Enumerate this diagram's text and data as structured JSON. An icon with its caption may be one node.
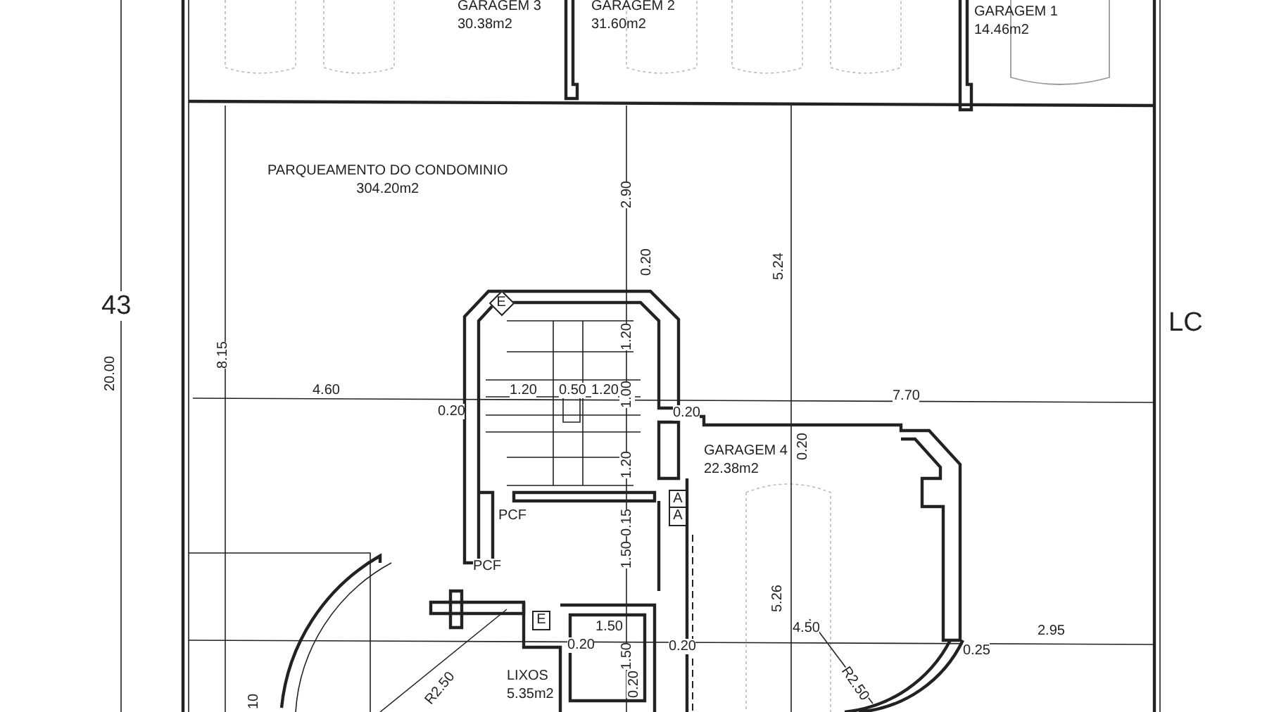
{
  "diagram": {
    "nodes": [
      {
        "text": [
          "GARAGEM 3",
          "30.38m2"
        ]
      },
      {
        "text": [
          "GARAGEM 2",
          "31.60m2"
        ]
      },
      {
        "text": [
          "GARAGEM 1",
          "14.46m2"
        ]
      },
      {
        "text": [
          "PARQUEAMENTO DO CONDOMINIO",
          "304.20m2"
        ]
      },
      {
        "text": [
          "E"
        ]
      },
      {
        "text": [
          "GARAGEM 4",
          "22.38m2"
        ]
      },
      {
        "text": [
          "A"
        ]
      },
      {
        "text": [
          "A"
        ]
      },
      {
        "text": [
          "PCF"
        ]
      },
      {
        "text": [
          "PCF"
        ]
      },
      {
        "text": [
          "E"
        ]
      },
      {
        "text": [
          "LIXOS",
          "5.35m2"
        ]
      }
    ],
    "labels": [
      "2.90",
      "0.20",
      "5.24",
      "43",
      "LC",
      "1.20",
      "8.15",
      "20.00",
      "4.60",
      "1.20",
      "0.50",
      "1.20",
      "1.00",
      "0.20",
      "0.20",
      "7.70",
      "0.20",
      "1.20",
      "0.15",
      "1.50",
      "1.50",
      "1.50",
      "0.20",
      "0.20",
      "0.20",
      "5.26",
      "4.50",
      "0.25",
      "2.95",
      "R2.50",
      "R2.50",
      "10"
    ]
  }
}
